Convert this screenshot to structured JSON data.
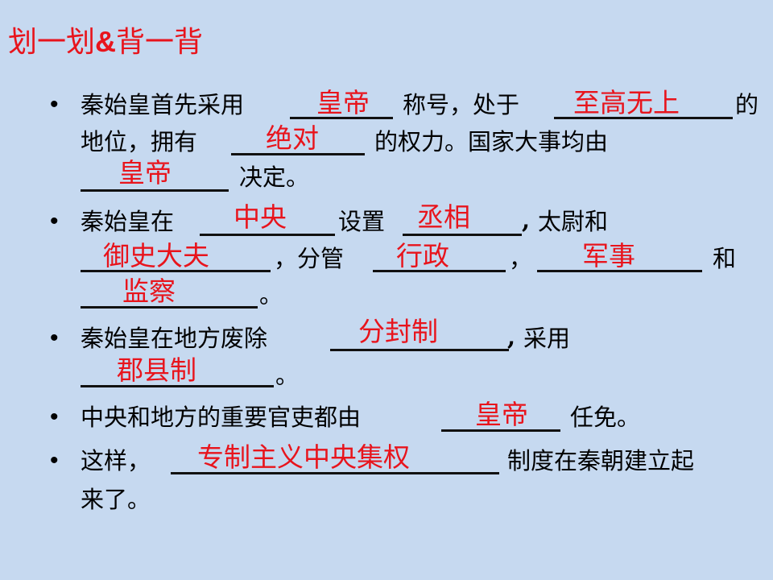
{
  "slide": {
    "title_part1": "划一划",
    "title_amp": "&",
    "title_part2": "背一背",
    "colors": {
      "background": "#C6D9F0",
      "answer": "#E8141C",
      "text": "#000000"
    }
  },
  "bullets": [
    {
      "lines": [
        {
          "t1": "秦始皇首先采用",
          "t2": "称号，处于",
          "t3": "的"
        },
        {
          "t1": "地位，拥有",
          "t2": "的权力。国家大事均由"
        },
        {
          "t2": "决定。"
        }
      ],
      "answers": [
        "皇帝",
        "至高无上",
        "绝对",
        "皇帝"
      ]
    },
    {
      "lines": [
        {
          "t1": "秦始皇在",
          "t2": "设置",
          "t3": ",",
          "t4": "太尉和"
        },
        {
          "t2": "，分管",
          "t3": "，",
          "t4": "和"
        },
        {
          "t2": "。"
        }
      ],
      "answers": [
        "中央",
        "丞相",
        "御史大夫",
        "行政",
        "军事",
        "监察"
      ]
    },
    {
      "lines": [
        {
          "t1": "秦始皇在地方废除",
          "t2": ",",
          "t3": "采用"
        },
        {
          "t2": "。"
        }
      ],
      "answers": [
        "分封制",
        "郡县制"
      ]
    },
    {
      "lines": [
        {
          "t1": "中央和地方的重要官吏都由",
          "t2": "任免。"
        }
      ],
      "answers": [
        "皇帝"
      ]
    },
    {
      "lines": [
        {
          "t1": "这样，",
          "t2": "制度在秦朝建立起"
        },
        {
          "t1": "来了。"
        }
      ],
      "answers": [
        "专制主义中央集权"
      ]
    }
  ],
  "bullet_glyph": "•"
}
